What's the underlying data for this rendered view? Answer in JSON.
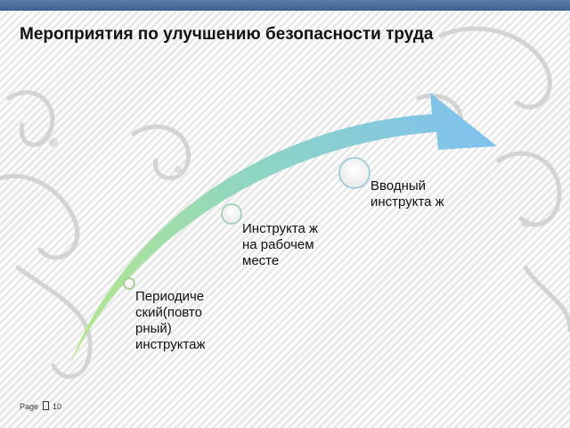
{
  "slide": {
    "title": "Мероприятия по улучшению безопасности труда"
  },
  "diagram": {
    "steps": [
      {
        "label": "Периодиче ский(повто рный) инструктаж"
      },
      {
        "label": "Инструкта ж на рабочем месте"
      },
      {
        "label": "Вводный инструкта ж"
      }
    ],
    "arrow_color_start": "#a8e08e",
    "arrow_color_end": "#7ec3f0"
  },
  "footer": {
    "page_label": "Page ",
    "page_icon": "missing-glyph-icon",
    "page_number": "10"
  }
}
